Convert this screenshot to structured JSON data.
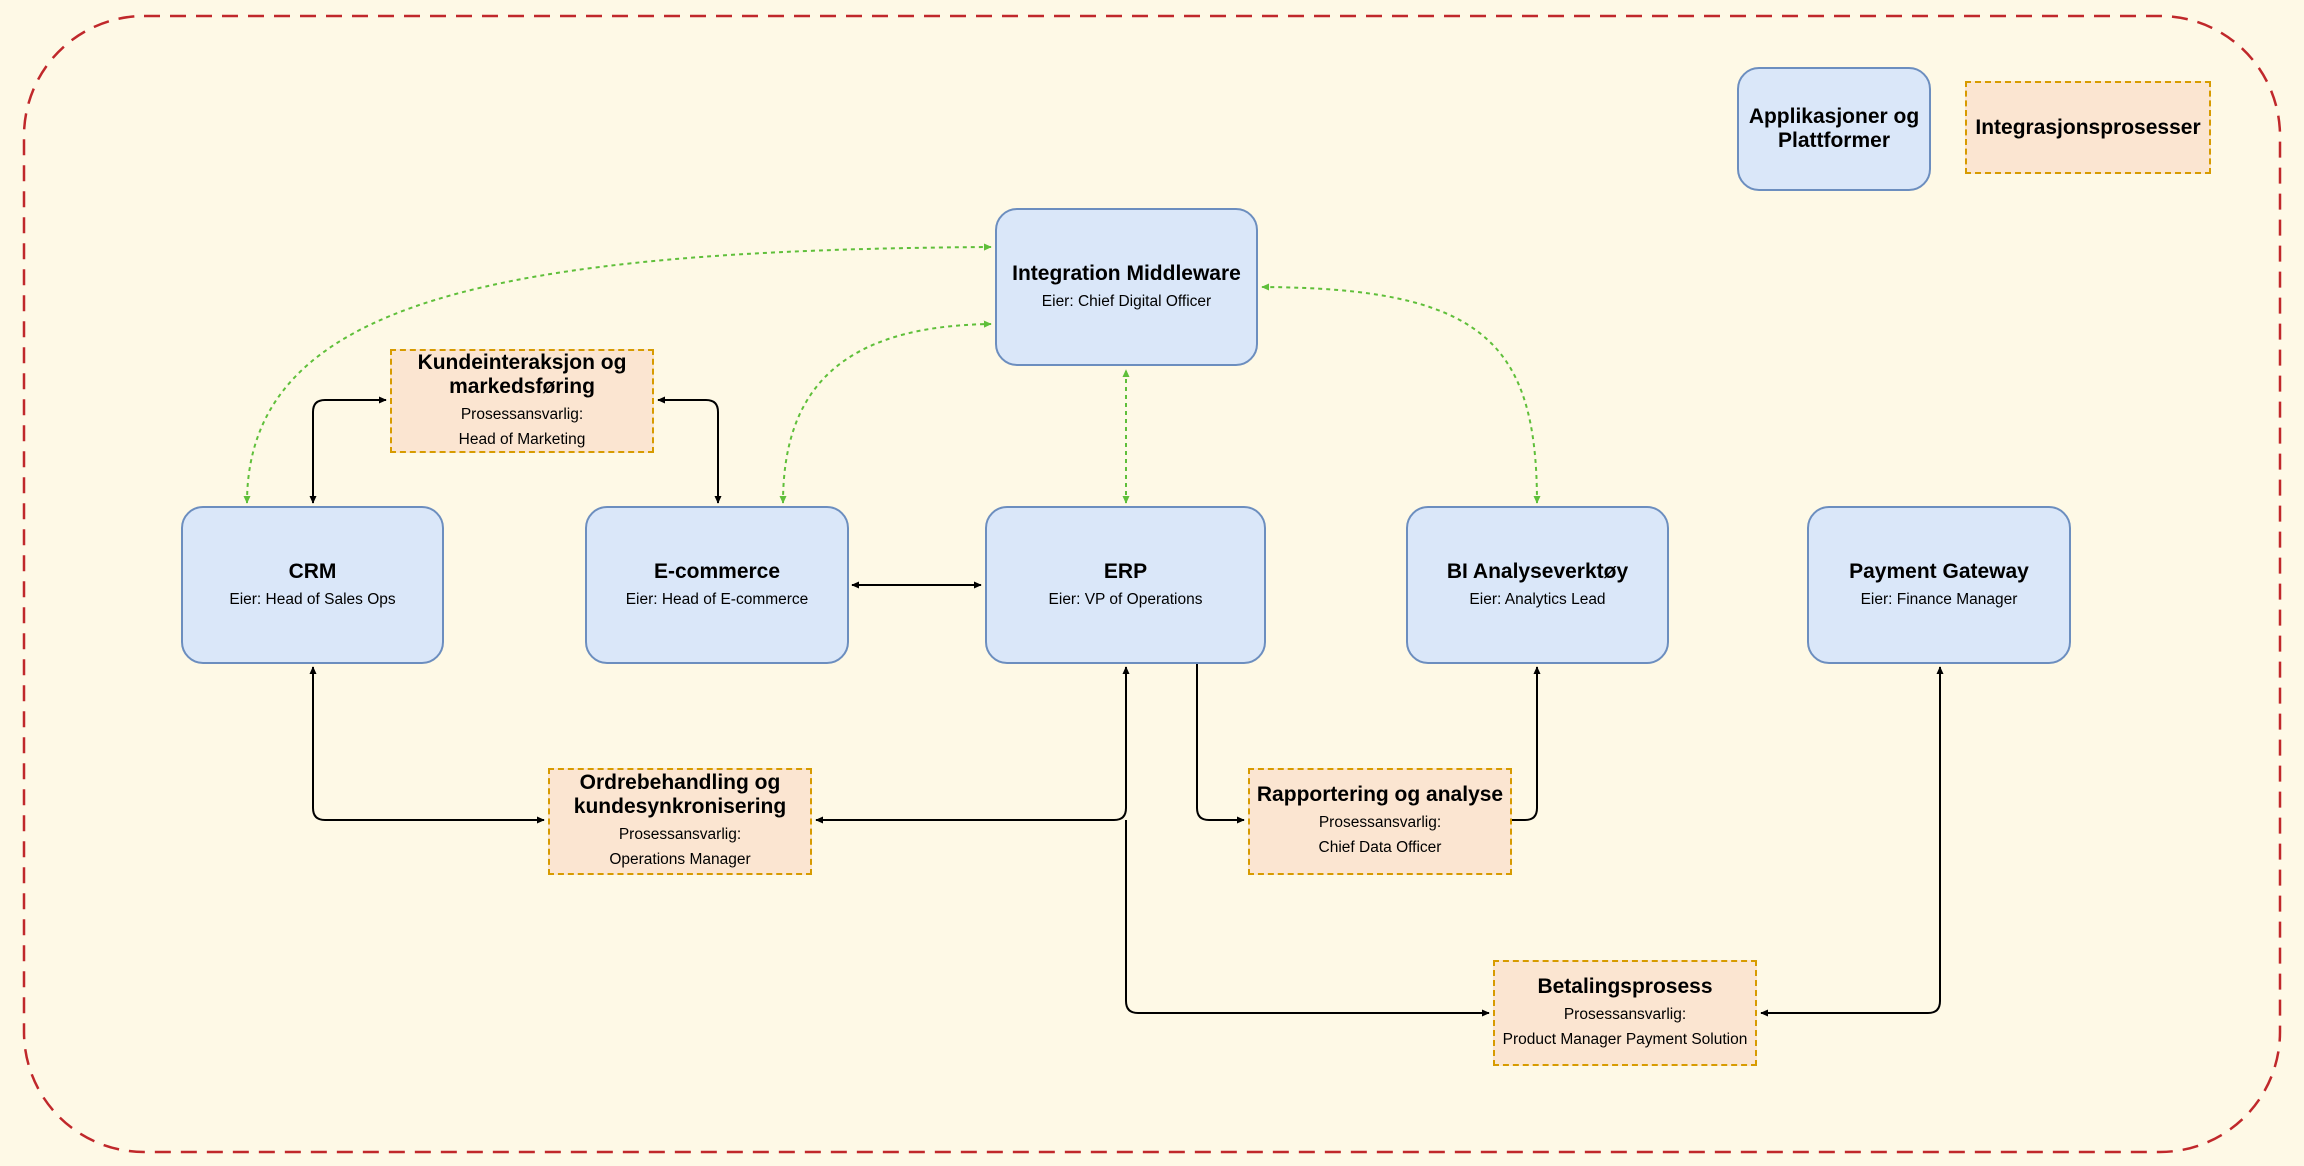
{
  "applications": {
    "middleware": {
      "name": "Integration Middleware",
      "owner": "Eier: Chief Digital Officer"
    },
    "crm": {
      "name": "CRM",
      "owner": "Eier: Head of Sales Ops"
    },
    "ecommerce": {
      "name": "E-commerce",
      "owner": "Eier: Head of E-commerce"
    },
    "erp": {
      "name": "ERP",
      "owner": "Eier: VP of Operations"
    },
    "bi": {
      "name": "BI Analyseverktøy",
      "owner": "Eier: Analytics Lead"
    },
    "payment_gateway": {
      "name": "Payment Gateway",
      "owner": "Eier: Finance Manager"
    }
  },
  "processes": {
    "kundeinteraksjon": {
      "name": "Kundeinteraksjon og markedsføring",
      "responsible_label": "Prosessansvarlig:",
      "responsible": "Head of Marketing"
    },
    "ordrebehandling": {
      "name": "Ordrebehandling og kundesynkronisering",
      "responsible_label": "Prosessansvarlig:",
      "responsible": "Operations Manager"
    },
    "rapportering": {
      "name": "Rapportering og analyse",
      "responsible_label": "Prosessansvarlig:",
      "responsible": "Chief Data Officer"
    },
    "betaling": {
      "name": "Betalingsprosess",
      "responsible_label": "Prosessansvarlig:",
      "responsible": "Product Manager Payment Solution"
    }
  },
  "legend": {
    "applications": "Applikasjoner og Plattformer",
    "processes": "Integrasjonsprosesser"
  },
  "colors": {
    "background": "#fef9e6",
    "boundary": "#c0282b",
    "app_fill": "#dae7f9",
    "app_stroke": "#6c8ebf",
    "process_fill": "#fbe5d1",
    "process_stroke": "#d79b00",
    "flow_line": "#000000",
    "integration_line": "#5fbf3a"
  }
}
